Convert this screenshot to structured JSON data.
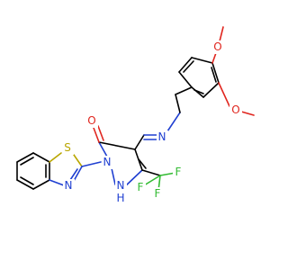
{
  "molecule": {
    "atoms": {
      "s_thiazole": "S",
      "n_thiazole": "N",
      "n1_pyrazole": "N",
      "nh_pyrazole": "N",
      "h_nh": "H",
      "o_carbonyl": "O",
      "n_imine": "N",
      "o_methoxy_top": "O",
      "o_methoxy_right": "O",
      "f1": "F",
      "f2": "F",
      "f3": "F"
    },
    "colors": {
      "carbon": "#000000",
      "nitrogen": "#1f3fd1",
      "oxygen": "#e0261f",
      "sulfur": "#b9a600",
      "fluorine": "#33bb33"
    }
  }
}
